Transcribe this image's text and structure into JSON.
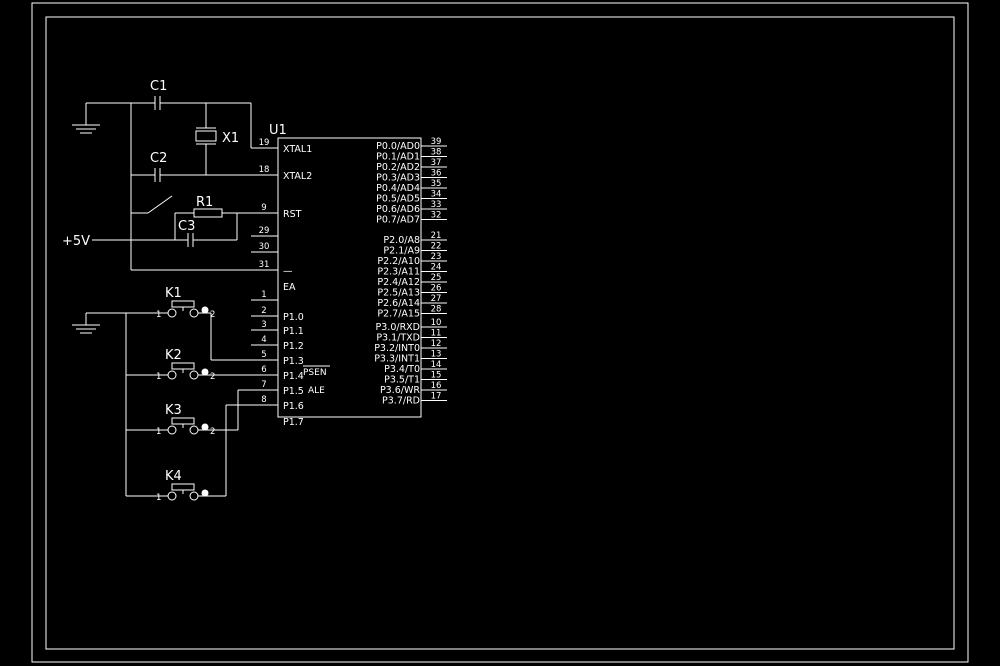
{
  "ic": {
    "ref": "U1",
    "left_pins": [
      {
        "num": "19",
        "name": "XTAL1"
      },
      {
        "num": "18",
        "name": "XTAL2"
      },
      {
        "num": "9",
        "name": "RST"
      },
      {
        "num": "29",
        "name": ""
      },
      {
        "num": "30",
        "name": ""
      },
      {
        "num": "31",
        "name": "—"
      },
      {
        "num": "",
        "name": "EA"
      },
      {
        "num": "1",
        "name": ""
      },
      {
        "num": "2",
        "name": "P1.0"
      },
      {
        "num": "3",
        "name": "P1.1"
      },
      {
        "num": "4",
        "name": "P1.2"
      },
      {
        "num": "5",
        "name": "P1.3"
      },
      {
        "num": "6",
        "name": "P1.4"
      },
      {
        "num": "7",
        "name": "P1.5"
      },
      {
        "num": "8",
        "name": "P1.6"
      },
      {
        "num": "",
        "name": "P1.7"
      }
    ],
    "inner_labels": {
      "psen": "PSEN",
      "ale": "ALE"
    },
    "right_pins": [
      {
        "num": "39",
        "name": "P0.0/AD0"
      },
      {
        "num": "38",
        "name": "P0.1/AD1"
      },
      {
        "num": "37",
        "name": "P0.2/AD2"
      },
      {
        "num": "36",
        "name": "P0.3/AD3"
      },
      {
        "num": "35",
        "name": "P0.4/AD4"
      },
      {
        "num": "34",
        "name": "P0.5/AD5"
      },
      {
        "num": "33",
        "name": "P0.6/AD6"
      },
      {
        "num": "32",
        "name": "P0.7/AD7"
      },
      {
        "num": "21",
        "name": "P2.0/A8"
      },
      {
        "num": "22",
        "name": "P2.1/A9"
      },
      {
        "num": "23",
        "name": "P2.2/A10"
      },
      {
        "num": "24",
        "name": "P2.3/A11"
      },
      {
        "num": "25",
        "name": "P2.4/A12"
      },
      {
        "num": "26",
        "name": "P2.5/A13"
      },
      {
        "num": "27",
        "name": "P2.6/A14"
      },
      {
        "num": "28",
        "name": "P2.7/A15"
      },
      {
        "num": "10",
        "name": "P3.0/RXD"
      },
      {
        "num": "11",
        "name": "P3.1/TXD"
      },
      {
        "num": "12",
        "name": "P3.2/INT0"
      },
      {
        "num": "13",
        "name": "P3.3/INT1"
      },
      {
        "num": "14",
        "name": "P3.4/T0"
      },
      {
        "num": "15",
        "name": "P3.5/T1"
      },
      {
        "num": "16",
        "name": "P3.6/WR"
      },
      {
        "num": "17",
        "name": "P3.7/RD"
      }
    ]
  },
  "components": {
    "c1": "C1",
    "c2": "C2",
    "c3": "C3",
    "x1": "X1",
    "r1": "R1",
    "supply": "+5V"
  },
  "keys": [
    {
      "label": "K1",
      "pin1": "1",
      "pin2": "2"
    },
    {
      "label": "K2",
      "pin1": "1",
      "pin2": "2"
    },
    {
      "label": "K3",
      "pin1": "1",
      "pin2": "2"
    },
    {
      "label": "K4",
      "pin1": "1",
      "pin2": ""
    }
  ]
}
